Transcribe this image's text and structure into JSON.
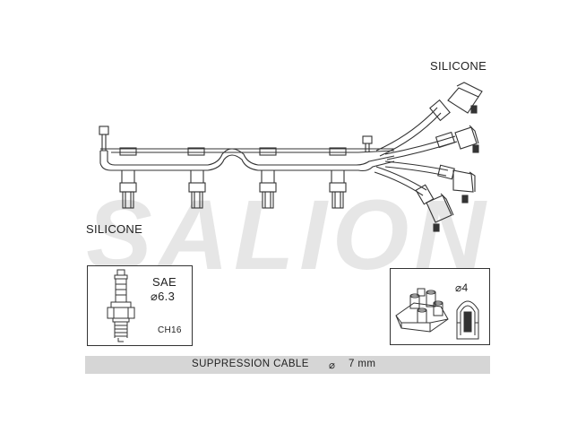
{
  "watermark": "SALION",
  "labels": {
    "silicone_top": "SILICONE",
    "silicone_left": "SILICONE"
  },
  "plug_box": {
    "standard": "SAE",
    "diameter": "⌀6.3",
    "hex": "CH16"
  },
  "coil_box": {
    "diameter": "⌀4"
  },
  "caption": {
    "text": "SUPPRESSION CABLE",
    "diameter_symbol": "⌀",
    "size": "7 mm"
  },
  "colors": {
    "line": "#333333",
    "watermark": "#e3e3e3",
    "caption_bg": "#d6d6d6"
  }
}
